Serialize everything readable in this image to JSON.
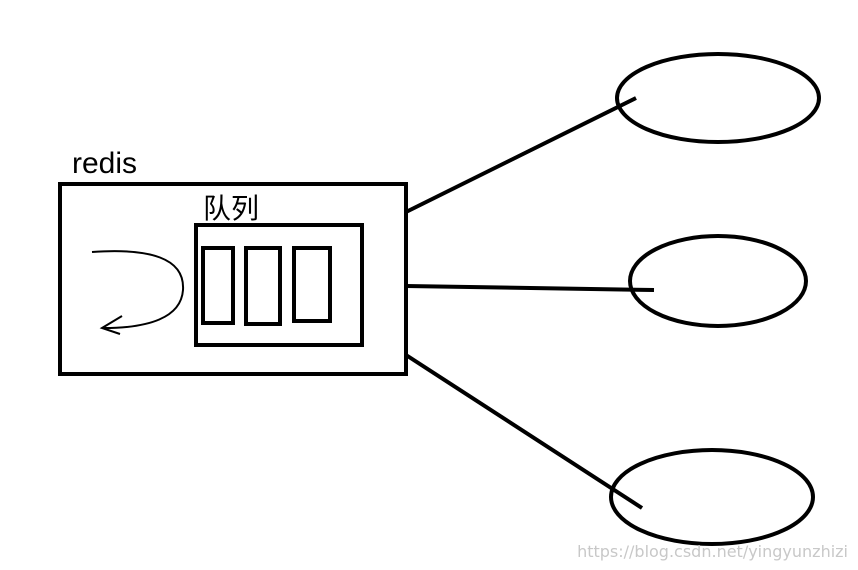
{
  "diagram": {
    "system_label": "redis",
    "queue_label": "队列",
    "watermark": "https://blog.csdn.net/yingyunzhizi",
    "stroke_color": "#000000",
    "watermark_color": "#c8c8c8",
    "queue_slots": 3,
    "clients": 3
  }
}
